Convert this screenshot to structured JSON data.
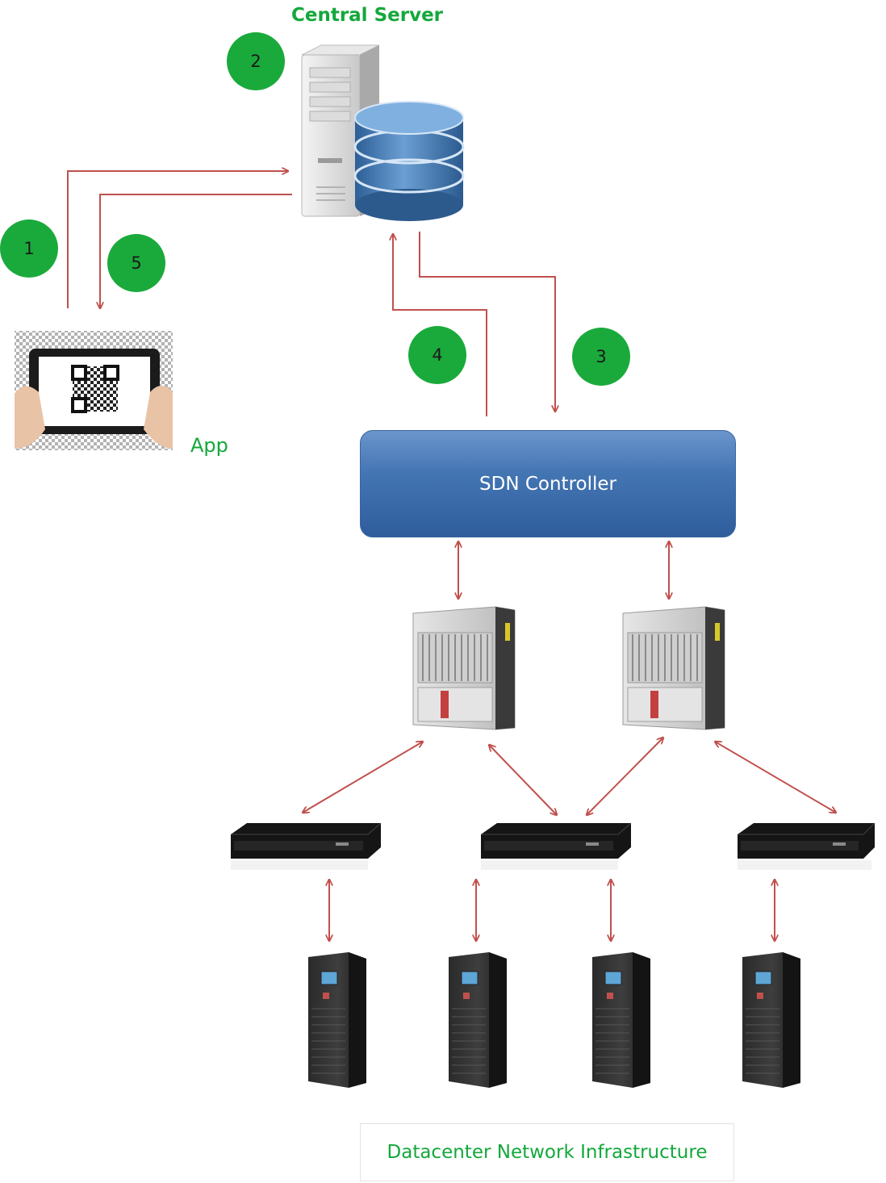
{
  "title": "Central Server",
  "app_label": "App",
  "sdn_controller_label": "SDN Controller",
  "infrastructure_label": "Datacenter Network Infrastructure",
  "steps": [
    "1",
    "2",
    "3",
    "4",
    "5"
  ],
  "colors": {
    "badge": "#1aaa3b",
    "label_green": "#13a83b",
    "arrow": "#c0504d",
    "sdn_box": "#3e6fad"
  },
  "icons": {
    "server": "database-server-icon",
    "tablet": "tablet-qr-icon",
    "core_switch": "chassis-switch-icon",
    "access_switch": "rack-switch-icon",
    "rack": "server-rack-icon"
  }
}
